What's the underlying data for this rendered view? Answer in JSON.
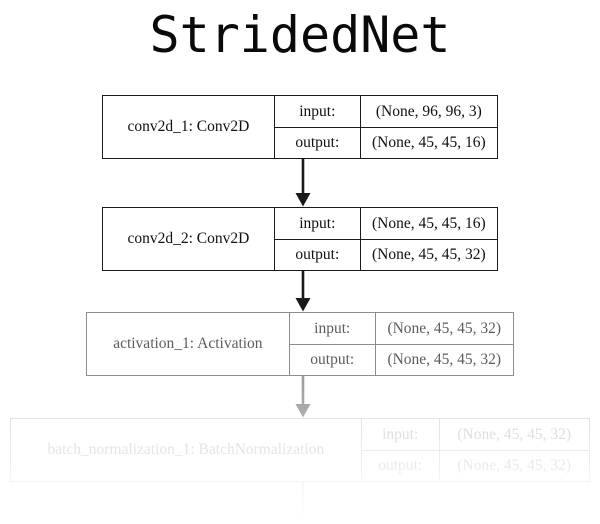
{
  "title": "StridedNet",
  "io_labels": {
    "input": "input:",
    "output": "output:"
  },
  "layers": [
    {
      "id": "conv2d-1",
      "name": "conv2d_1: Conv2D",
      "input_shape": "(None, 96, 96, 3)",
      "output_shape": "(None, 45, 45, 16)",
      "opacity_state": "solid"
    },
    {
      "id": "conv2d-2",
      "name": "conv2d_2: Conv2D",
      "input_shape": "(None, 45, 45, 16)",
      "output_shape": "(None, 45, 45, 32)",
      "opacity_state": "solid"
    },
    {
      "id": "activation-1",
      "name": "activation_1: Activation",
      "input_shape": "(None, 45, 45, 32)",
      "output_shape": "(None, 45, 45, 32)",
      "opacity_state": "faded"
    },
    {
      "id": "batchnorm-1",
      "name": "batch_normalization_1: BatchNormalization",
      "input_shape": "(None, 45, 45, 32)",
      "output_shape": "(None, 45, 45, 32)",
      "opacity_state": "very-faded"
    }
  ],
  "colors": {
    "background": "#ffffff",
    "title_text": "#0a0a0a",
    "box_border": "#1a1a1a",
    "box_text": "#101010",
    "faded_border": "#8d8d8d",
    "faded_text": "#5d5d5d",
    "very_faded_border": "#dcdcdc",
    "very_faded_text": "#cfcfcf",
    "arrow_solid": "#1a1a1a",
    "arrow_faded": "#9a9a9a",
    "arrow_very_faded": "#e2e2e2"
  }
}
